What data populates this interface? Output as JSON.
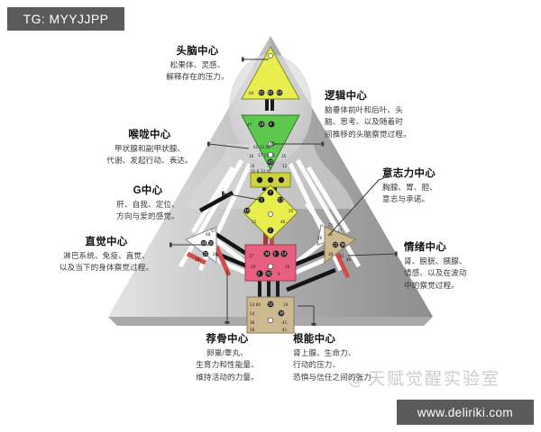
{
  "badges": {
    "tg": "TG: MYYJJPP",
    "site": "www.deliriki.com"
  },
  "watermark": {
    "mark": "@",
    "text": "天赋觉醒实验室"
  },
  "diagram": {
    "name": "human-design-bodygraph",
    "colors": {
      "pyramid_light": "#d2d2d2",
      "pyramid_mid": "#b8b8b8",
      "pyramid_dark": "#9c9c9c",
      "head": "#e8ec4a",
      "ajna": "#55c44a",
      "throat": "#c9cf3a",
      "g_center": "#e8ec4a",
      "heart": "#ffffff",
      "spleen": "#ffffff",
      "sacral": "#e8607f",
      "solar_plexus": "#cbb78e",
      "root": "#cbb78e",
      "channel_defined": "#1a1a1a",
      "channel_red": "#d94a4a",
      "channel_open": "#ffffff"
    }
  },
  "centers": [
    {
      "id": "head",
      "title": "头脑中心",
      "desc": [
        "松果体、灵感、",
        "解释存在的压力。"
      ],
      "gates": [
        "64",
        "61",
        "63"
      ]
    },
    {
      "id": "ajna",
      "title": "逻辑中心",
      "desc": [
        "脑垂体前叶和后叶、头",
        "脑、思考、以及随着时",
        "间推移的头脑察觉过程。"
      ],
      "gates": [
        "47",
        "24",
        "4",
        "17",
        "11",
        "43"
      ]
    },
    {
      "id": "throat",
      "title": "喉咙中心",
      "desc": [
        "甲状腺和副甲状腺、",
        "代谢、发起行动、表达。"
      ],
      "gates": [
        "62",
        "23",
        "56",
        "16",
        "35",
        "20",
        "12",
        "31",
        "8",
        "33",
        "45"
      ]
    },
    {
      "id": "g",
      "title": "G中心",
      "desc": [
        "肝、自我、定位、",
        "方向与爱的感觉。"
      ],
      "gates": [
        "7",
        "1",
        "13",
        "10",
        "25",
        "15",
        "46",
        "2"
      ]
    },
    {
      "id": "will",
      "title": "意志力中心",
      "desc": [
        "胸腺、胃、胆、",
        "意志与承诺。"
      ],
      "gates": [
        "21",
        "51",
        "26",
        "40"
      ]
    },
    {
      "id": "spleen",
      "title": "直觉中心",
      "desc": [
        "淋巴系统、免疫、直觉、",
        "以及当下的身体察觉过程。"
      ],
      "gates": [
        "48",
        "57",
        "44",
        "50",
        "32",
        "28",
        "18"
      ]
    },
    {
      "id": "solar-plexus",
      "title": "情绪中心",
      "desc": [
        "肾、膀胱、胰腺、",
        "情感、以及在波动",
        "中的察觉过程。"
      ],
      "gates": [
        "6",
        "37",
        "22",
        "36",
        "30",
        "55",
        "49"
      ]
    },
    {
      "id": "sacral",
      "title": "荐骨中心",
      "desc": [
        "卵巢/睾丸、",
        "生育力和性能量、",
        "维持活动的力量。"
      ],
      "gates": [
        "5",
        "14",
        "29",
        "34",
        "27",
        "59",
        "3",
        "42",
        "9"
      ]
    },
    {
      "id": "root",
      "title": "根能中心",
      "desc": [
        "肾上腺、生命力、",
        "行动的压力、",
        "恐惧与信任之间的张力"
      ],
      "gates": [
        "53",
        "60",
        "52",
        "19",
        "39",
        "41",
        "58",
        "38",
        "54"
      ]
    }
  ]
}
